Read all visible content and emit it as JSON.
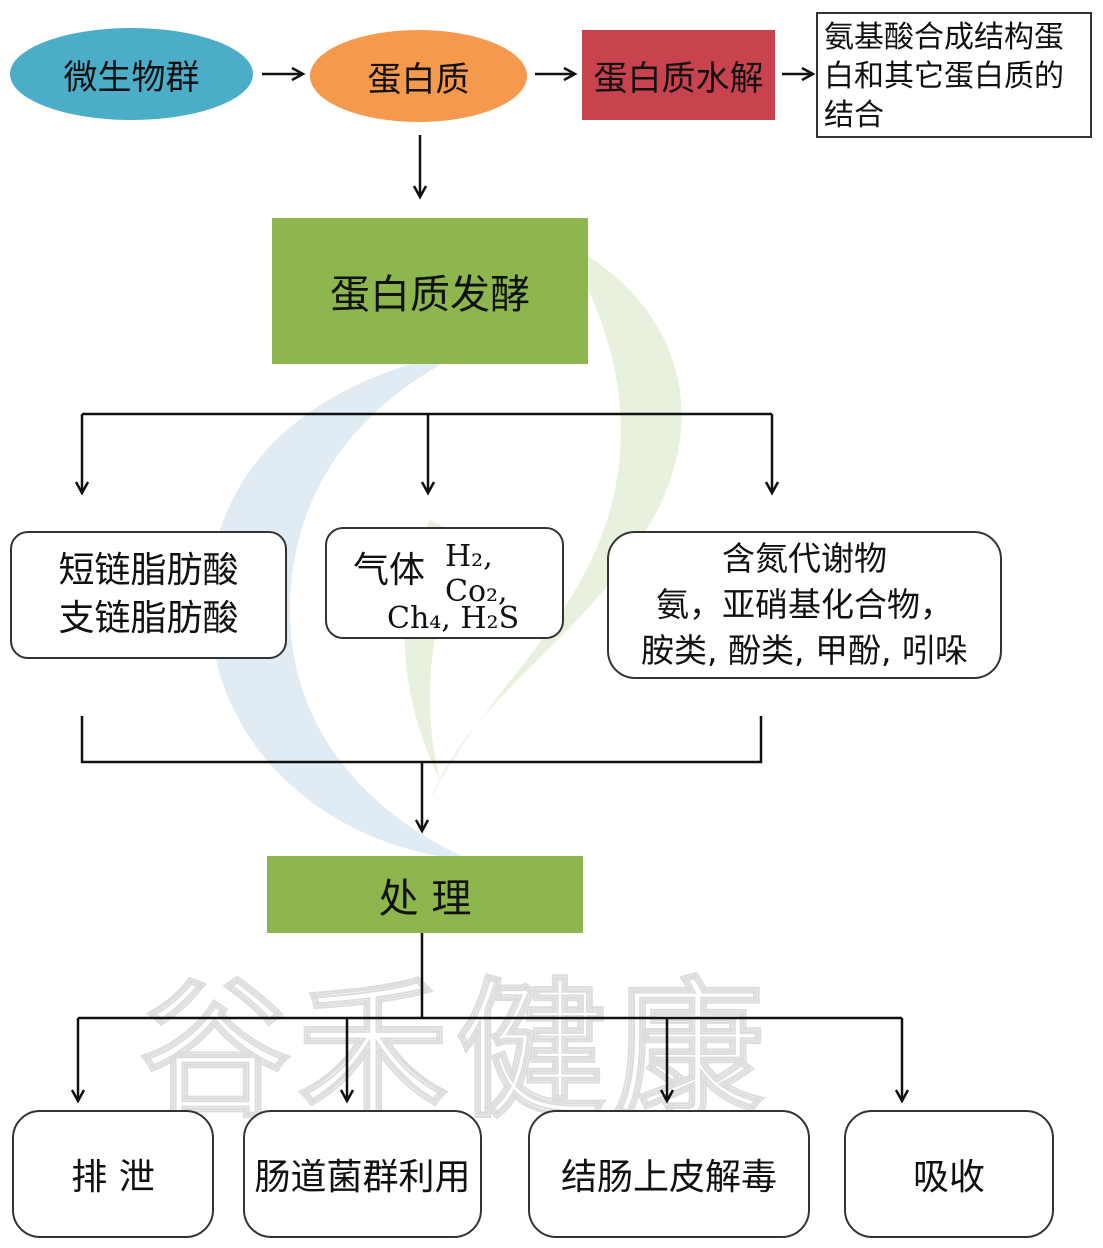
{
  "top_row": {
    "microbes": "微生物群",
    "protein": "蛋白质",
    "hydrolysis": "蛋白质水解",
    "synthesis": "氨基酸合成结构蛋白和其它蛋白质的结合"
  },
  "fermentation": "蛋白质发酵",
  "products": {
    "fatty_acids_line1": "短链脂肪酸",
    "fatty_acids_line2": "支链脂肪酸",
    "gas_label": "气体",
    "gas_line1": "H₂, Co₂,",
    "gas_line2": "Ch₄, H₂S",
    "nitrogen_title": "含氮代谢物",
    "nitrogen_line2": "氨，亚硝基化合物，",
    "nitrogen_line3": "胺类, 酚类, 甲酚, 吲哚"
  },
  "processing": "处 理",
  "outcomes": {
    "excretion": "排 泄",
    "gut_flora": "肠道菌群利用",
    "detox": "结肠上皮解毒",
    "absorption": "吸收"
  },
  "watermark_text": "谷禾健康",
  "colors": {
    "blue": "#4badc7",
    "orange": "#f59a4c",
    "red": "#c9434f",
    "green": "#8db64e"
  }
}
